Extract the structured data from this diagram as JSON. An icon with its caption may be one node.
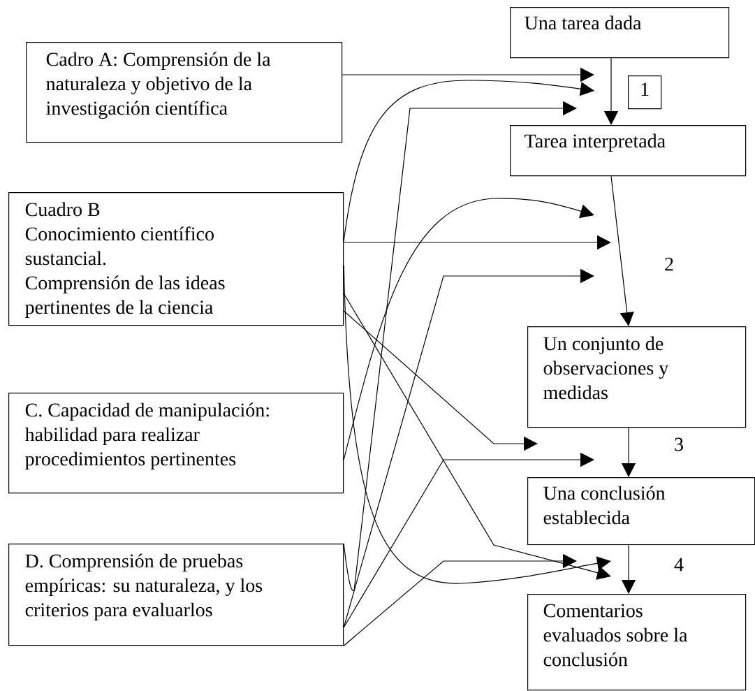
{
  "diagram": {
    "nodes": [
      {
        "text": [
          "Cadro A: Comprensión de la naturaleza y objetivo de la investigación científica"
        ]
      },
      {
        "text": [
          "Cuadro B",
          "Conocimiento científico sustancial.",
          "Comprensión de las ideas pertinentes de la ciencia"
        ]
      },
      {
        "text": [
          "C. Capacidad de manipulación: habilidad para realizar procedimientos pertinentes"
        ]
      },
      {
        "text": [
          "D. Comprensión de pruebas empíricas: su naturaleza, y los criterios para evaluarlos"
        ]
      },
      {
        "text": [
          "Una tarea dada"
        ]
      },
      {
        "text": [
          "1"
        ]
      },
      {
        "text": [
          "Tarea interpretada"
        ]
      },
      {
        "text": [
          "Un conjunto de observaciones y medidas"
        ]
      },
      {
        "text": [
          "Una conclusión establecida"
        ]
      },
      {
        "text": [
          "Comentarios evaluados sobre la conclusión"
        ]
      }
    ],
    "edges": [
      {
        "from": 4,
        "to": 6,
        "arrow": "to"
      },
      {
        "from": 6,
        "to": 7,
        "arrow": "to"
      },
      {
        "from": 7,
        "to": 8,
        "arrow": "to"
      },
      {
        "from": 8,
        "to": 9,
        "arrow": "to"
      },
      {
        "from": 0,
        "to": null,
        "arrow": "to"
      },
      {
        "from": 1,
        "to": null,
        "arrow": "to"
      },
      {
        "from": 3,
        "to": null,
        "arrow": "to"
      },
      {
        "from": 2,
        "to": null,
        "arrow": "to"
      },
      {
        "from": 1,
        "to": null,
        "arrow": "to"
      },
      {
        "from": 3,
        "to": null,
        "arrow": "to"
      },
      {
        "from": 1,
        "to": null,
        "arrow": "to"
      },
      {
        "from": 3,
        "to": null,
        "arrow": "to"
      },
      {
        "from": 3,
        "to": null,
        "arrow": "to"
      },
      {
        "from": 1,
        "to": null,
        "arrow": "to"
      },
      {
        "from": 1,
        "to": null,
        "arrow": "to"
      }
    ],
    "labels": [
      "2",
      "3",
      "4"
    ]
  }
}
